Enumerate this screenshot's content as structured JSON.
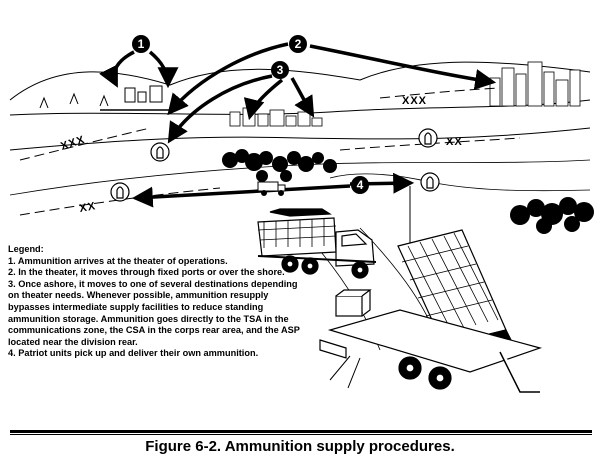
{
  "markers": {
    "m1": "1",
    "m2": "2",
    "m3": "3",
    "m4": "4"
  },
  "boundaries": {
    "xxx_left": "XXX",
    "xxx_right": "XXX",
    "xx_right": "XX",
    "xx_left": "XX"
  },
  "legend": {
    "title": "Legend:",
    "items": [
      "1. Ammunition arrives at the theater of operations.",
      "2. In the theater, it moves through fixed ports or over the shore.",
      "3. Once ashore, it moves to one of several destinations depending on theater needs.  Whenever possible, ammunition resupply bypasses intermediate supply facilities to reduce standing ammunition storage.  Ammunition goes directly to the TSA in the communications zone, the CSA in the corps rear area, and the ASP located near the division rear.",
      "4. Patriot units pick up and deliver their own ammunition."
    ]
  },
  "caption": "Figure 6-2.  Ammunition supply procedures."
}
